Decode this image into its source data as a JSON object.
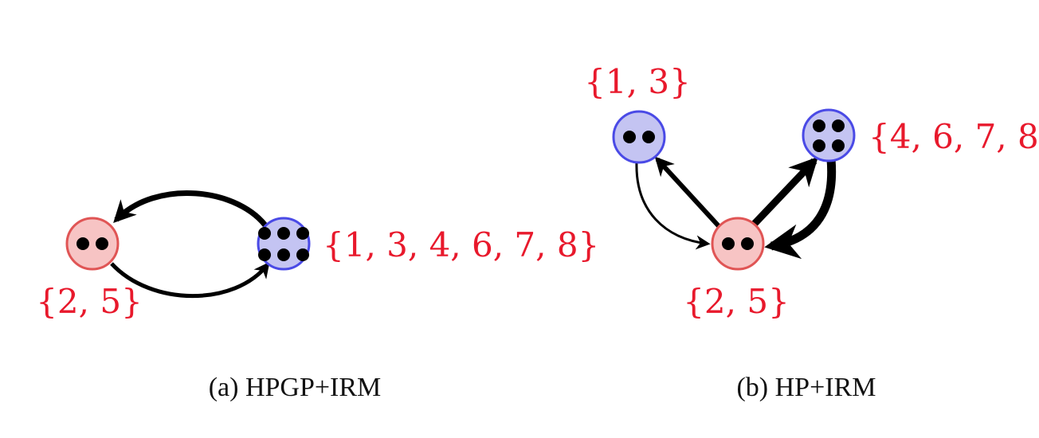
{
  "colors": {
    "red_fill": "#f7c4c4",
    "red_stroke": "#e05555",
    "blue_fill": "#c4c4f2",
    "blue_stroke": "#4a4ae6",
    "label": "#e8192c",
    "edge": "#000000"
  },
  "panel_a": {
    "caption": "(a) HPGP+IRM",
    "nodes": [
      {
        "id": "a-red",
        "color": "red",
        "dots": 2,
        "label": "{2, 5}"
      },
      {
        "id": "a-blue",
        "color": "blue",
        "dots": 6,
        "label": "{1, 3, 4, 6, 7, 8}"
      }
    ],
    "edges": [
      {
        "from": "a-blue",
        "to": "a-red",
        "weight": "thick"
      },
      {
        "from": "a-red",
        "to": "a-blue",
        "weight": "medium"
      }
    ]
  },
  "panel_b": {
    "caption": "(b) HP+IRM",
    "nodes": [
      {
        "id": "b-blue-left",
        "color": "blue",
        "dots": 2,
        "label": "{1, 3}"
      },
      {
        "id": "b-blue-right",
        "color": "blue",
        "dots": 4,
        "label": "{4, 6, 7, 8}"
      },
      {
        "id": "b-red",
        "color": "red",
        "dots": 2,
        "label": "{2, 5}"
      }
    ],
    "edges": [
      {
        "from": "b-red",
        "to": "b-blue-left",
        "weight": "medium"
      },
      {
        "from": "b-blue-left",
        "to": "b-red",
        "weight": "thin"
      },
      {
        "from": "b-red",
        "to": "b-blue-right",
        "weight": "thick"
      },
      {
        "from": "b-blue-right",
        "to": "b-red",
        "weight": "very-thick"
      }
    ]
  }
}
